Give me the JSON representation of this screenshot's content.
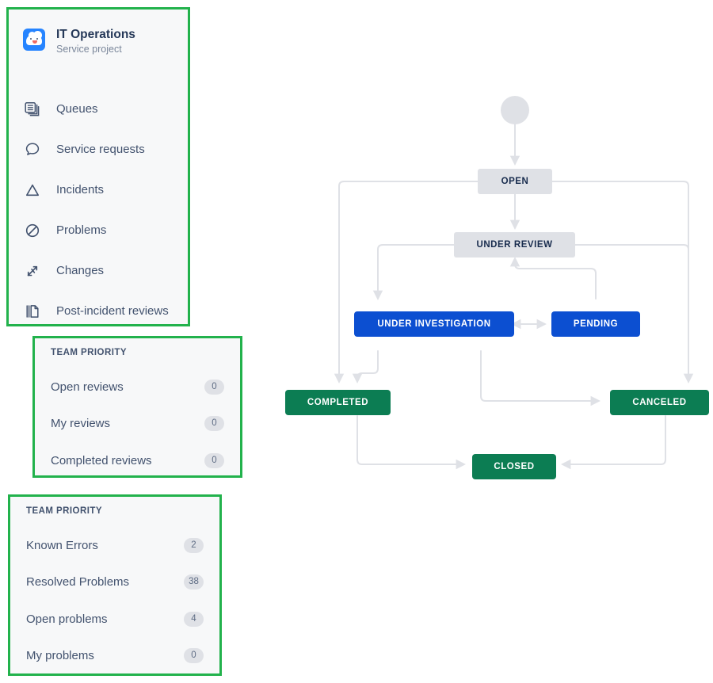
{
  "theme": {
    "highlight_color": "#22b24c",
    "panel_bg": "#f7f8f9",
    "text_color": "#42526e",
    "node_grey": "#dfe1e6",
    "node_blue": "#0c4fd1",
    "node_green": "#0c7d53",
    "connector_grey": "#dfe1e6",
    "avatar_blue": "#2684ff"
  },
  "project": {
    "name": "IT Operations",
    "type": "Service project",
    "avatar_icon": "cloud-face-icon"
  },
  "nav": {
    "items": [
      {
        "label": "Queues",
        "icon": "queues-icon"
      },
      {
        "label": "Service requests",
        "icon": "speech-bubble-icon"
      },
      {
        "label": "Incidents",
        "icon": "warning-triangle-icon"
      },
      {
        "label": "Problems",
        "icon": "no-entry-icon"
      },
      {
        "label": "Changes",
        "icon": "swap-arrows-icon"
      },
      {
        "label": "Post-incident reviews",
        "icon": "copy-pages-icon"
      }
    ]
  },
  "reviews_panel": {
    "title": "TEAM PRIORITY",
    "rows": [
      {
        "label": "Open reviews",
        "count": "0"
      },
      {
        "label": "My reviews",
        "count": "0"
      },
      {
        "label": "Completed reviews",
        "count": "0"
      }
    ]
  },
  "problems_panel": {
    "title": "TEAM PRIORITY",
    "rows": [
      {
        "label": "Known Errors",
        "count": "2"
      },
      {
        "label": "Resolved Problems",
        "count": "38"
      },
      {
        "label": "Open problems",
        "count": "4"
      },
      {
        "label": "My problems",
        "count": "0"
      }
    ]
  },
  "workflow": {
    "start_node": "start-circle",
    "nodes": [
      {
        "id": "open",
        "label": "OPEN",
        "style": "grey"
      },
      {
        "id": "under_review",
        "label": "UNDER REVIEW",
        "style": "grey"
      },
      {
        "id": "under_investigation",
        "label": "UNDER INVESTIGATION",
        "style": "blue"
      },
      {
        "id": "pending",
        "label": "PENDING",
        "style": "blue"
      },
      {
        "id": "completed",
        "label": "COMPLETED",
        "style": "green"
      },
      {
        "id": "canceled",
        "label": "CANCELED",
        "style": "green"
      },
      {
        "id": "closed",
        "label": "CLOSED",
        "style": "green"
      }
    ],
    "transitions": [
      {
        "from": "start",
        "to": "open"
      },
      {
        "from": "open",
        "to": "under_review"
      },
      {
        "from": "open",
        "to": "completed"
      },
      {
        "from": "open",
        "to": "canceled"
      },
      {
        "from": "under_review",
        "to": "under_investigation"
      },
      {
        "from": "under_review",
        "to": "canceled"
      },
      {
        "from": "under_investigation",
        "to": "pending"
      },
      {
        "from": "pending",
        "to": "under_investigation"
      },
      {
        "from": "pending",
        "to": "under_review"
      },
      {
        "from": "under_investigation",
        "to": "completed"
      },
      {
        "from": "under_investigation",
        "to": "canceled"
      },
      {
        "from": "completed",
        "to": "closed"
      },
      {
        "from": "canceled",
        "to": "closed"
      }
    ]
  }
}
